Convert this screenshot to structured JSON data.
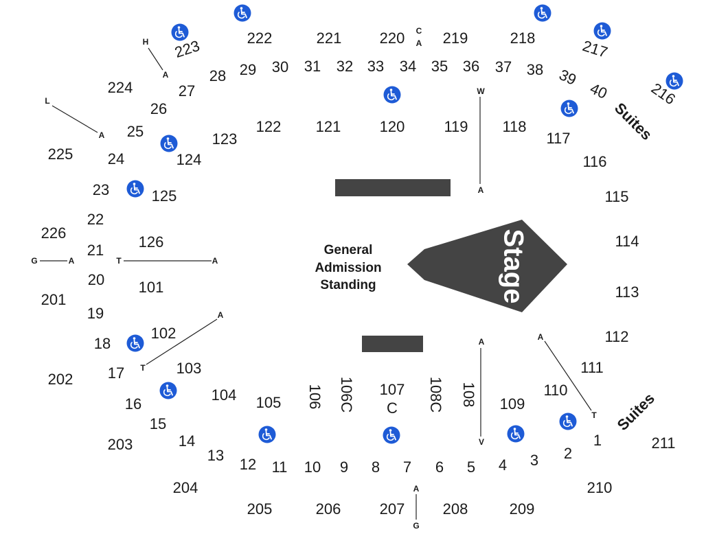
{
  "stage_label": "Stage",
  "general_admission": [
    "General",
    "Admission",
    "Standing"
  ],
  "suites_label": "Suites",
  "accessibility_icon": "wheelchair-icon",
  "colors": {
    "stage": "#444444",
    "accessible": "#1e5bd6",
    "text": "#1a1a1a"
  },
  "sections_200": [
    "222",
    "221",
    "220",
    "219",
    "218",
    "223",
    "217",
    "216",
    "224",
    "225",
    "226",
    "201",
    "202",
    "203",
    "204",
    "205",
    "206",
    "207",
    "208",
    "209",
    "210",
    "211"
  ],
  "sections_100": [
    "122",
    "121",
    "120",
    "119",
    "118",
    "117",
    "116",
    "123",
    "124",
    "125",
    "115",
    "126",
    "114",
    "101",
    "113",
    "102",
    "112",
    "103",
    "111",
    "104",
    "110",
    "105",
    "109",
    "106",
    "106C",
    "107",
    "C",
    "108C",
    "108"
  ],
  "sections_floor": [
    "29",
    "30",
    "31",
    "32",
    "33",
    "34",
    "35",
    "36",
    "37",
    "38",
    "39",
    "40",
    "28",
    "27",
    "26",
    "25",
    "24",
    "23",
    "22",
    "21",
    "20",
    "19",
    "18",
    "17",
    "16",
    "15",
    "14",
    "13",
    "12",
    "11",
    "10",
    "9",
    "8",
    "7",
    "6",
    "5",
    "4",
    "3",
    "2",
    "1"
  ],
  "row_markers": [
    "C",
    "A",
    "W",
    "A",
    "H",
    "A",
    "L",
    "A",
    "G",
    "A",
    "T",
    "A",
    "A",
    "T",
    "A",
    "V",
    "A",
    "T",
    "A",
    "G"
  ]
}
